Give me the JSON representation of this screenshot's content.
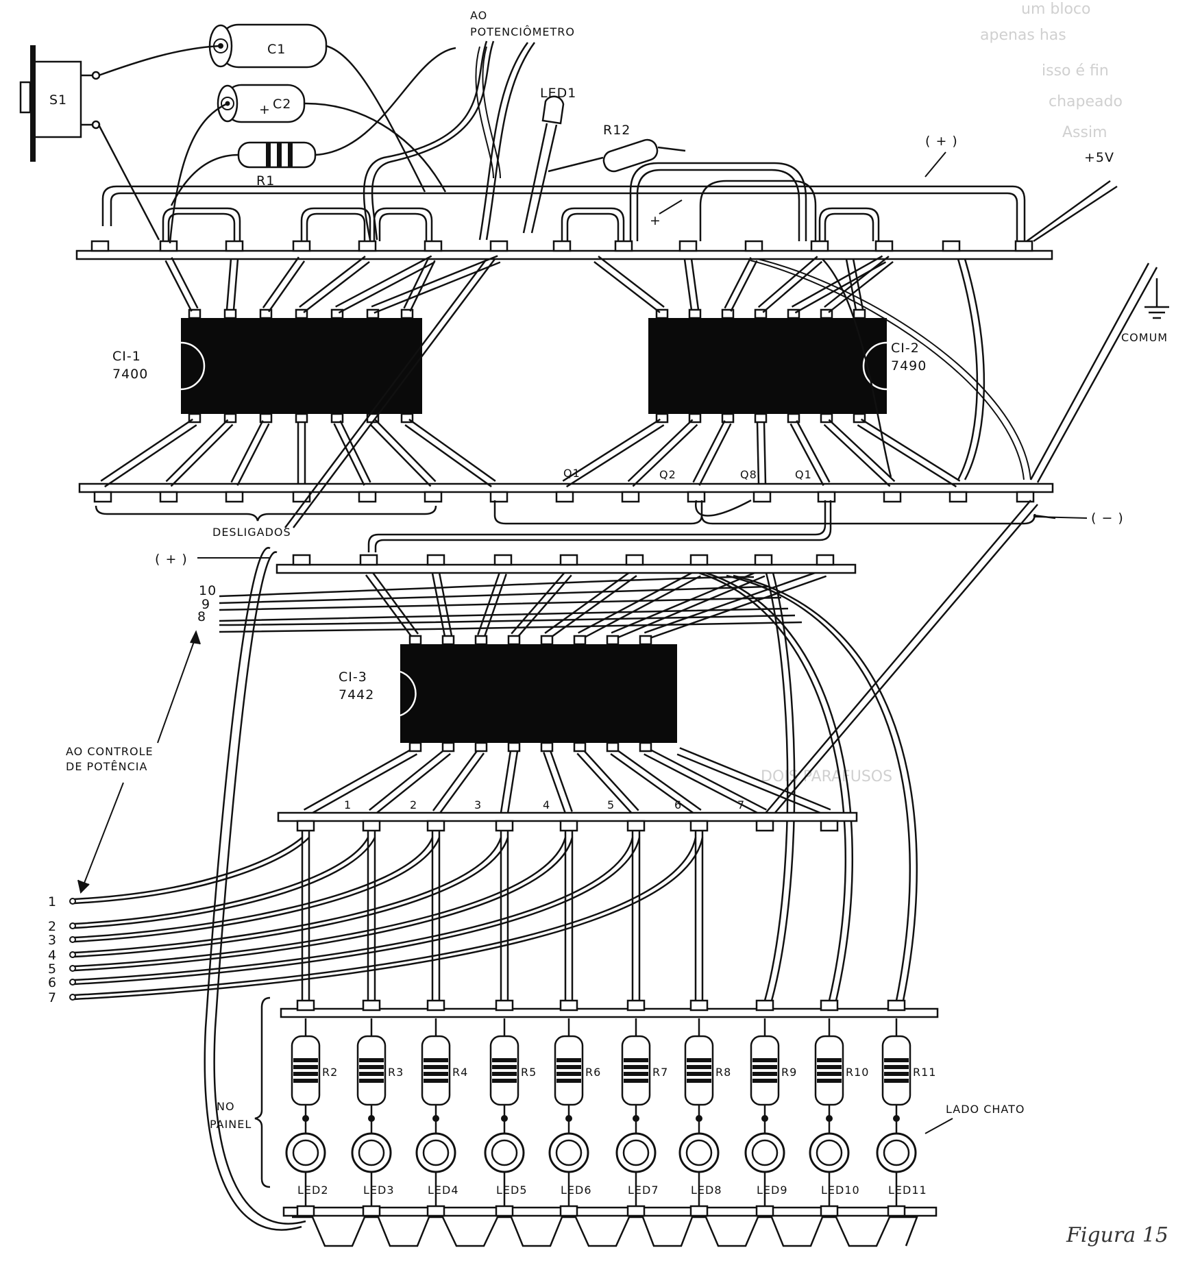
{
  "figure_caption": "Figura 15",
  "colors": {
    "ink": "#111111",
    "paper": "#ffffff",
    "chip_fill": "#0a0a0a"
  },
  "icons": [
    "switch-icon",
    "capacitor-icon",
    "resistor-icon",
    "led-icon",
    "ground-icon",
    "dot-icon"
  ],
  "components": {
    "s1": "S1",
    "c1": "C1",
    "c2": "C2",
    "c2_polarity": "+",
    "r1": "R1",
    "led1": "LED1",
    "r12": "R12",
    "ic1": {
      "id": "CI-1",
      "part": "7400"
    },
    "ic2": {
      "id": "CI-2",
      "part": "7490"
    },
    "ic3": {
      "id": "CI-3",
      "part": "7442"
    },
    "resistors": [
      "R2",
      "R3",
      "R4",
      "R5",
      "R6",
      "R7",
      "R8",
      "R9",
      "R10",
      "R11"
    ],
    "leds": [
      "LED2",
      "LED3",
      "LED4",
      "LED5",
      "LED6",
      "LED7",
      "LED8",
      "LED9",
      "LED10",
      "LED11"
    ]
  },
  "labels": {
    "to_potentiometer_line1": "AO",
    "to_potentiometer_line2": "POTENCIÔMETRO",
    "plus_top": "( + )",
    "plus_5v": "+5V",
    "common": "COMUM",
    "plus_small": "+",
    "disconnected": "DESLIGADOS",
    "plus_mid": "( + )",
    "minus": "( − )",
    "power_control_line1": "AO  CONTROLE",
    "power_control_line2": "DE  POTÊNCIA",
    "panel_line1": "NO",
    "panel_line2": "PAINEL",
    "flat_side": "LADO  CHATO"
  },
  "outputs_7490": [
    "Q1",
    "Q2",
    "Q8",
    "Q1"
  ],
  "outputs_7442": [
    "1",
    "2",
    "3",
    "4",
    "5",
    "6",
    "7"
  ],
  "wires_to_control": [
    "10",
    "9",
    "8"
  ],
  "control_lines": [
    "1",
    "2",
    "3",
    "4",
    "5",
    "6",
    "7"
  ],
  "background_text": [
    "um  bloco",
    "apenas  has",
    "isso é fin",
    "chapeado",
    "Assim",
    "DOIS  PARAFUSOS"
  ]
}
